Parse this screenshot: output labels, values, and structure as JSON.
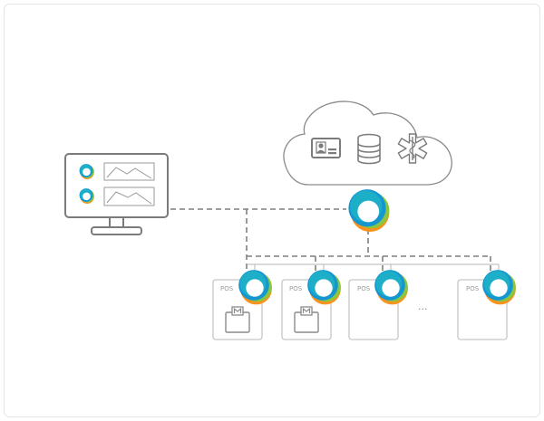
{
  "colors": {
    "outline": "#7b7b7b",
    "light_outline": "#c6c6c6",
    "dashed": "#7f7f7f",
    "frame": "#e5e5e5",
    "logo_teal": "#1fb4c7",
    "logo_blue": "#1596d2",
    "logo_green": "#8cc63f",
    "logo_orange": "#f7931e"
  },
  "cloud": {
    "icons": [
      "id-card-icon",
      "database-icon",
      "medical-caduceus-icon"
    ]
  },
  "monitor": {
    "rows": [
      "app-logo-icon",
      "app-logo-icon"
    ]
  },
  "pos_terminals": [
    {
      "label": "POS",
      "has_card_reader": true
    },
    {
      "label": "POS",
      "has_card_reader": true
    },
    {
      "label": "POS",
      "has_card_reader": false
    },
    {
      "label": "POS",
      "has_card_reader": false
    }
  ],
  "ellipsis": "···"
}
